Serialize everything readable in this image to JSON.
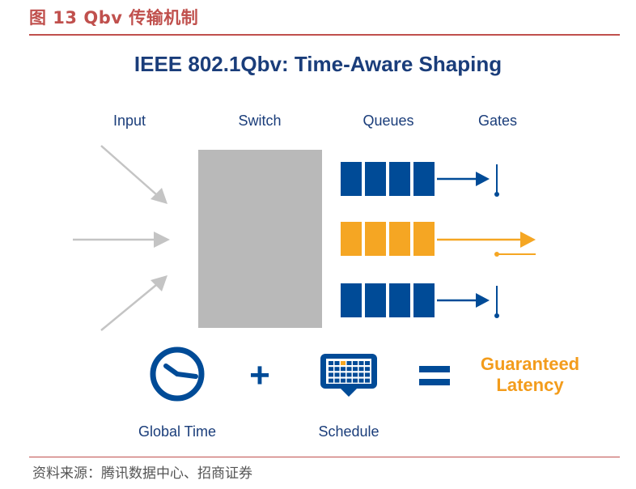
{
  "figure": {
    "title": "图 13 Qbv 传输机制",
    "source": "资料来源：腾讯数据中心、招商证券"
  },
  "diagram": {
    "heading": "IEEE 802.1Qbv: Time-Aware Shaping",
    "columns": {
      "input": "Input",
      "switch": "Switch",
      "queues": "Queues",
      "gates": "Gates"
    },
    "queues": [
      {
        "color": "#004b97",
        "gate": "closed"
      },
      {
        "color": "#f5a623",
        "gate": "open"
      },
      {
        "color": "#004b97",
        "gate": "closed"
      }
    ],
    "equation": {
      "term1_label": "Global Time",
      "term1_icon": "clock-icon",
      "plus": "+",
      "term2_label": "Schedule",
      "term2_icon": "schedule-icon",
      "equals": "=",
      "result_line1": "Guaranteed",
      "result_line2": "Latency"
    },
    "colors": {
      "primary_blue": "#004b97",
      "accent_orange": "#f5a623",
      "switch_gray": "#b9b9b9",
      "arrow_gray": "#c4c4c4",
      "text_blue": "#1a3d7a"
    }
  }
}
